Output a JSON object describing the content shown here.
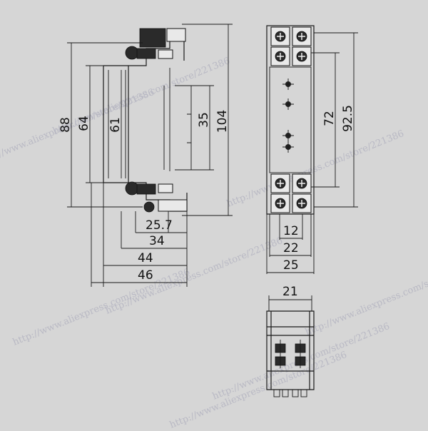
{
  "watermark": "http://www.aliexpress.com/store/221386",
  "side_view": {
    "dims": {
      "h88": "88",
      "h64": "64",
      "h61": "61",
      "h35": "35",
      "h104": "104",
      "w25_7": "25.7",
      "w34": "34",
      "w44": "44",
      "w46": "46"
    }
  },
  "front_view": {
    "dims": {
      "h72": "72",
      "h92_5": "92.5",
      "w12": "12",
      "w22": "22",
      "w25": "25"
    }
  },
  "bottom_view": {
    "dims": {
      "w21": "21"
    }
  }
}
